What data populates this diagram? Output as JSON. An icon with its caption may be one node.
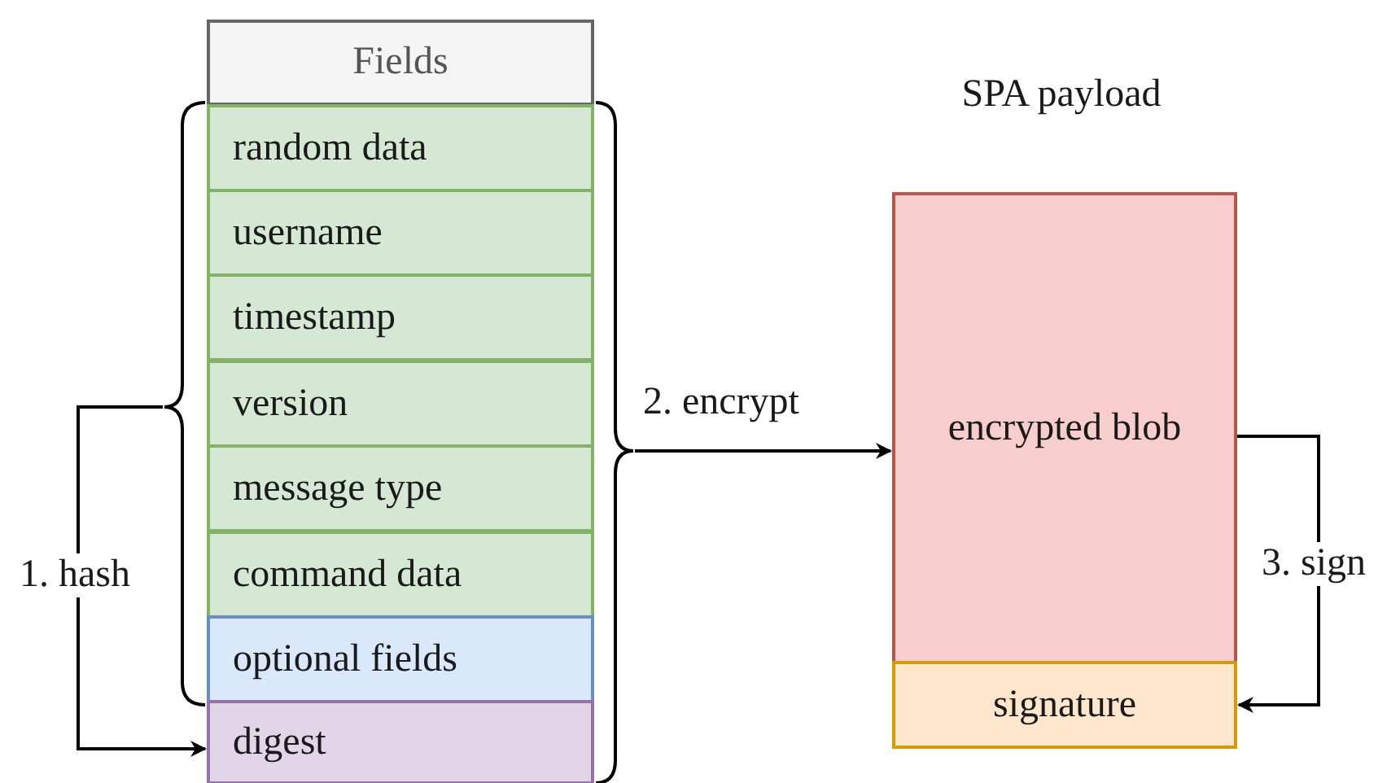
{
  "diagram": {
    "nodes": [
      {
        "text": [
          "Fields"
        ]
      },
      {
        "text": [
          "random data"
        ]
      },
      {
        "text": [
          "username"
        ]
      },
      {
        "text": [
          "timestamp"
        ]
      },
      {
        "text": [
          "version"
        ]
      },
      {
        "text": [
          "message type"
        ]
      },
      {
        "text": [
          "command data"
        ]
      },
      {
        "text": [
          "optional fields"
        ]
      },
      {
        "text": [
          "digest"
        ]
      },
      {
        "text": [],
        "shape": "brace"
      },
      {
        "text": [],
        "shape": "brace"
      },
      {
        "text": [
          "encrypted blob"
        ]
      },
      {
        "text": [
          "signature"
        ]
      }
    ],
    "edges": [
      {
        "from": 9,
        "to": 8,
        "arrow": "to",
        "label": "1. hash"
      },
      {
        "from": 10,
        "to": 11,
        "arrow": "to",
        "label": "2. encrypt"
      },
      {
        "from": 11,
        "to": 12,
        "arrow": "to",
        "label": "3. sign"
      }
    ],
    "labels": [
      "SPA payload"
    ]
  }
}
